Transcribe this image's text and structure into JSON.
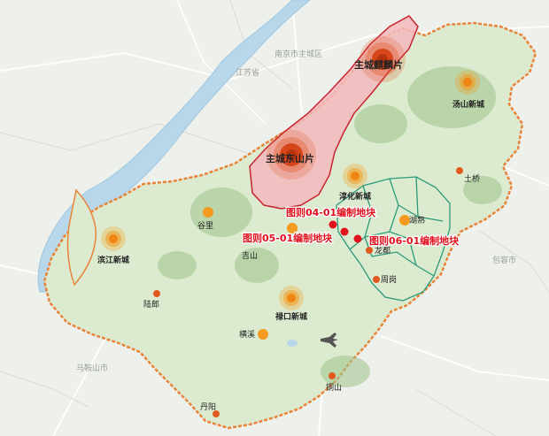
{
  "colors": {
    "background": "#eef0ec",
    "district_fill": "#dcebcf",
    "district_border": "#e8843a",
    "main_city_fill": "#f4b9bd",
    "main_city_border": "#c8242f",
    "water": "#b9d7ea",
    "mountain": "#9ec28a",
    "sub_boundary": "#2a9a7a",
    "center_major": "#e0541f",
    "center_minor": "#f39a1f",
    "center_small": "#e05a1e",
    "plot_marker": "#e0101c",
    "plot_label": "#e0101c",
    "town_label": "#222222",
    "base_label": "#9aa09a"
  },
  "city_centers": [
    {
      "name": "主城麒麟片",
      "tier": "major"
    },
    {
      "name": "主城东山片",
      "tier": "major"
    },
    {
      "name": "汤山新城",
      "tier": "new_town"
    },
    {
      "name": "淳化新城",
      "tier": "new_town"
    },
    {
      "name": "滨江新城",
      "tier": "new_town"
    },
    {
      "name": "禄口新城",
      "tier": "new_town"
    }
  ],
  "towns": [
    {
      "name": "谷里"
    },
    {
      "name": "吉山"
    },
    {
      "name": "土桥"
    },
    {
      "name": "湖熟"
    },
    {
      "name": "龙都"
    },
    {
      "name": "周岗"
    },
    {
      "name": "陆郎"
    },
    {
      "name": "横溪"
    },
    {
      "name": "铜山"
    },
    {
      "name": "丹阳"
    }
  ],
  "plots": [
    {
      "label": "图则04-01编制地块"
    },
    {
      "label": "图则05-01编制地块"
    },
    {
      "label": "图则06-01编制地块"
    }
  ],
  "base_labels": [
    {
      "text": "南京市主城区"
    },
    {
      "text": "江苏省"
    },
    {
      "text": "包容市"
    },
    {
      "text": "马鞍山市"
    }
  ]
}
